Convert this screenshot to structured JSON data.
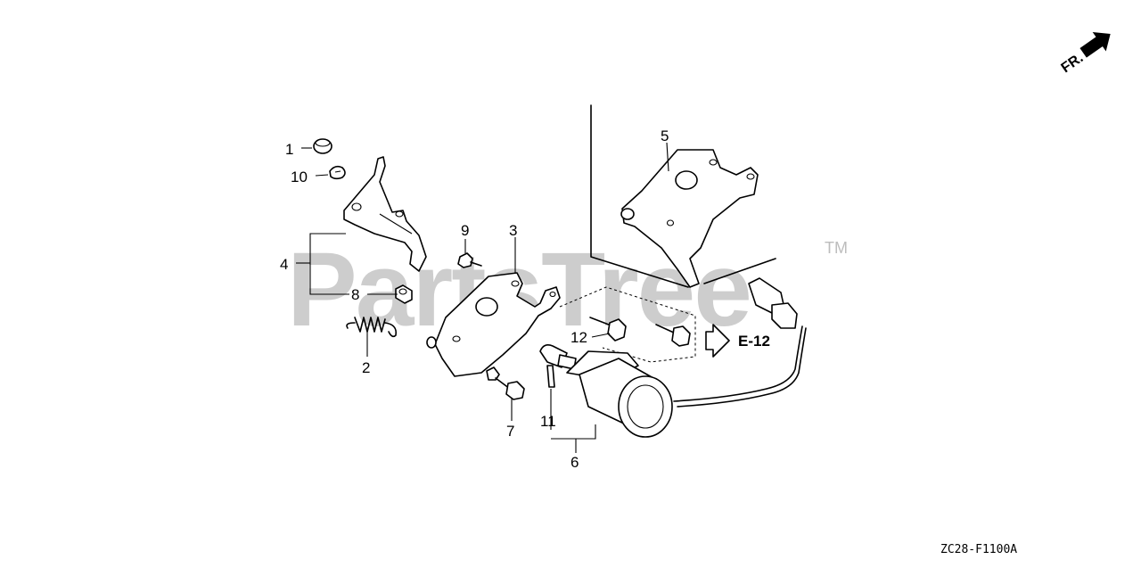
{
  "watermark": {
    "text": "PartsTree",
    "trademark": "TM"
  },
  "direction": {
    "label": "FR."
  },
  "diagram_code": "ZC28-F1100A",
  "reference": {
    "label": "E-12"
  },
  "callouts": [
    {
      "id": "1",
      "label": "1"
    },
    {
      "id": "10",
      "label": "10"
    },
    {
      "id": "4",
      "label": "4"
    },
    {
      "id": "8",
      "label": "8"
    },
    {
      "id": "2",
      "label": "2"
    },
    {
      "id": "9",
      "label": "9"
    },
    {
      "id": "3",
      "label": "3"
    },
    {
      "id": "5",
      "label": "5"
    },
    {
      "id": "12",
      "label": "12"
    },
    {
      "id": "7",
      "label": "7"
    },
    {
      "id": "11",
      "label": "11"
    },
    {
      "id": "6",
      "label": "6"
    }
  ]
}
